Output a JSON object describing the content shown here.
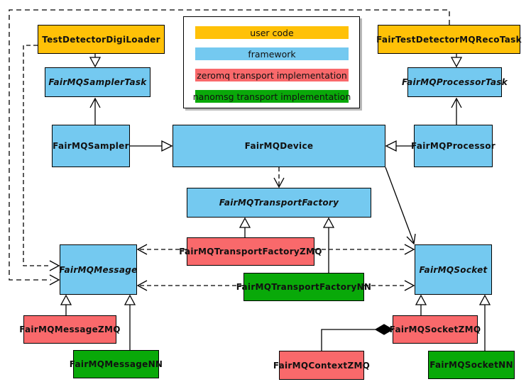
{
  "diagram_type": "uml-class-diagram",
  "palette": {
    "user_code": "#FFC107",
    "framework": "#74C9F0",
    "zeromq": "#F9696B",
    "nanomsg": "#09A909"
  },
  "legend": {
    "items": [
      {
        "label": "user code",
        "color": "#FFC107"
      },
      {
        "label": "framework",
        "color": "#74C9F0"
      },
      {
        "label": "zeromq transport implementation",
        "color": "#F9696B"
      },
      {
        "label": "nanomsg transport implementation",
        "color": "#09A909"
      }
    ]
  },
  "nodes": [
    {
      "label": "TestDetectorDigiLoader",
      "category": "user_code",
      "abstract": false
    },
    {
      "label": "FairTestDetectorMQRecoTask",
      "category": "user_code",
      "abstract": false
    },
    {
      "label": "FairMQSamplerTask",
      "category": "framework",
      "abstract": true
    },
    {
      "label": "FairMQProcessorTask",
      "category": "framework",
      "abstract": true
    },
    {
      "label": "FairMQSampler",
      "category": "framework",
      "abstract": false
    },
    {
      "label": "FairMQDevice",
      "category": "framework",
      "abstract": false
    },
    {
      "label": "FairMQProcessor",
      "category": "framework",
      "abstract": false
    },
    {
      "label": "FairMQTransportFactory",
      "category": "framework",
      "abstract": true
    },
    {
      "label": "FairMQTransportFactoryZMQ",
      "category": "zeromq",
      "abstract": false
    },
    {
      "label": "FairMQTransportFactoryNN",
      "category": "nanomsg",
      "abstract": false
    },
    {
      "label": "FairMQMessage",
      "category": "framework",
      "abstract": true
    },
    {
      "label": "FairMQSocket",
      "category": "framework",
      "abstract": true
    },
    {
      "label": "FairMQMessageZMQ",
      "category": "zeromq",
      "abstract": false
    },
    {
      "label": "FairMQMessageNN",
      "category": "nanomsg",
      "abstract": false
    },
    {
      "label": "FairMQContextZMQ",
      "category": "zeromq",
      "abstract": false
    },
    {
      "label": "FairMQSocketZMQ",
      "category": "zeromq",
      "abstract": false
    },
    {
      "label": "FairMQSocketNN",
      "category": "nanomsg",
      "abstract": false
    }
  ],
  "relations": [
    {
      "from": "TestDetectorDigiLoader",
      "to": "FairMQSamplerTask",
      "type": "inheritance"
    },
    {
      "from": "FairTestDetectorMQRecoTask",
      "to": "FairMQProcessorTask",
      "type": "inheritance"
    },
    {
      "from": "FairMQSampler",
      "to": "FairMQSamplerTask",
      "type": "association"
    },
    {
      "from": "FairMQProcessor",
      "to": "FairMQProcessorTask",
      "type": "association"
    },
    {
      "from": "FairMQSampler",
      "to": "FairMQDevice",
      "type": "inheritance"
    },
    {
      "from": "FairMQProcessor",
      "to": "FairMQDevice",
      "type": "inheritance"
    },
    {
      "from": "FairMQDevice",
      "to": "FairMQTransportFactory",
      "type": "dependency"
    },
    {
      "from": "FairMQDevice",
      "to": "FairMQSocket",
      "type": "association"
    },
    {
      "from": "FairMQTransportFactoryZMQ",
      "to": "FairMQTransportFactory",
      "type": "inheritance"
    },
    {
      "from": "FairMQTransportFactoryNN",
      "to": "FairMQTransportFactory",
      "type": "inheritance"
    },
    {
      "from": "FairMQTransportFactoryZMQ",
      "to": "FairMQMessage",
      "type": "dependency"
    },
    {
      "from": "FairMQTransportFactoryZMQ",
      "to": "FairMQSocket",
      "type": "dependency"
    },
    {
      "from": "FairMQTransportFactoryNN",
      "to": "FairMQMessage",
      "type": "dependency"
    },
    {
      "from": "FairMQTransportFactoryNN",
      "to": "FairMQSocket",
      "type": "dependency"
    },
    {
      "from": "TestDetectorDigiLoader",
      "to": "FairMQMessage",
      "type": "dependency"
    },
    {
      "from": "FairTestDetectorMQRecoTask",
      "to": "FairMQMessage",
      "type": "dependency"
    },
    {
      "from": "FairMQMessageZMQ",
      "to": "FairMQMessage",
      "type": "inheritance"
    },
    {
      "from": "FairMQMessageNN",
      "to": "FairMQMessage",
      "type": "inheritance"
    },
    {
      "from": "FairMQSocketZMQ",
      "to": "FairMQSocket",
      "type": "inheritance"
    },
    {
      "from": "FairMQSocketNN",
      "to": "FairMQSocket",
      "type": "inheritance"
    },
    {
      "from": "FairMQContextZMQ",
      "to": "FairMQSocketZMQ",
      "type": "composition"
    }
  ]
}
